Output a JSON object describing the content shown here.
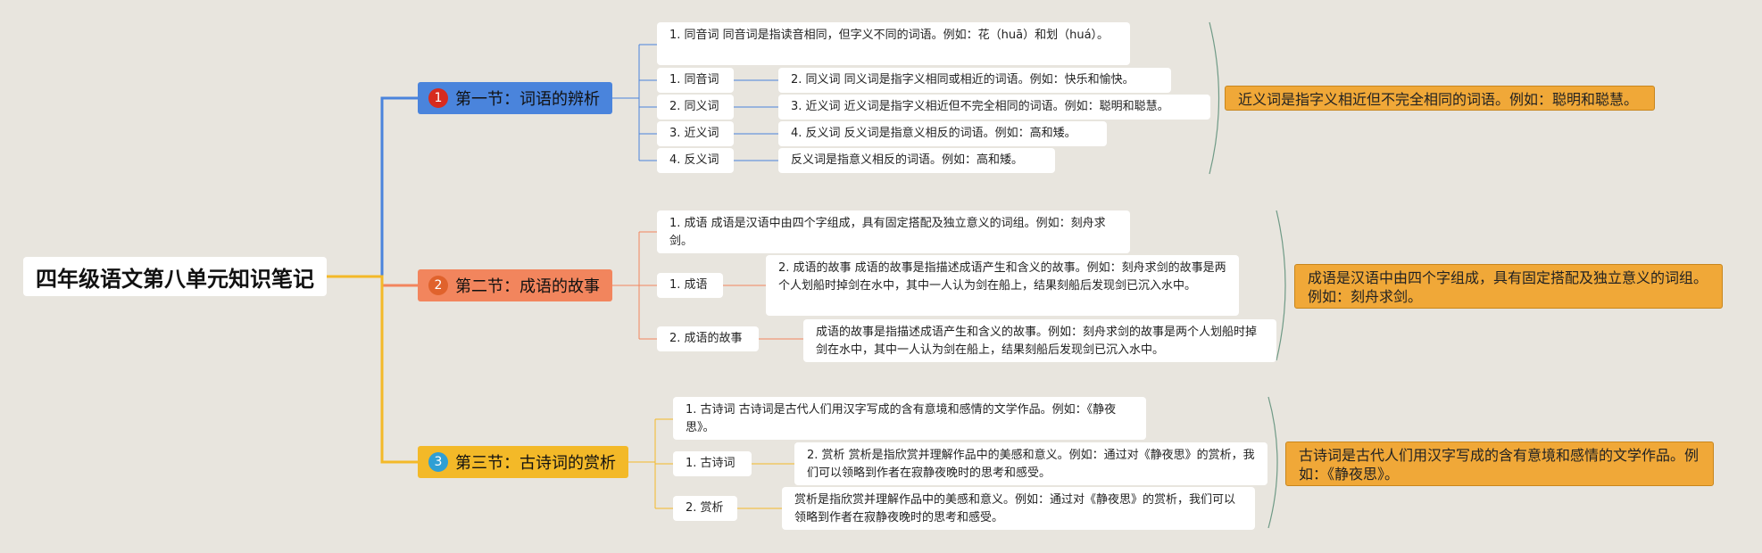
{
  "root": {
    "title": "四年级语文第八单元知识笔记"
  },
  "sections": [
    {
      "number": "1",
      "title": "第一节：词语的辨析",
      "color": "#4a84dc",
      "badge_color": "#d72b1e",
      "cards": [
        "1. 同音词 同音词是指读音相同，但字义不同的词语。例如：花（huā）和划（huá）。",
        "1. 同音词",
        "2. 同义词",
        "3. 近义词",
        "4. 反义词",
        "2. 同义词 同义词是指字义相同或相近的词语。例如：快乐和愉快。",
        "3. 近义词 近义词是指字义相近但不完全相同的词语。例如：聪明和聪慧。",
        "4. 反义词 反义词是指意义相反的词语。例如：高和矮。",
        "反义词是指意义相反的词语。例如：高和矮。"
      ],
      "summary": "近义词是指字义相近但不完全相同的词语。例如：聪明和聪慧。"
    },
    {
      "number": "2",
      "title": "第二节：成语的故事",
      "color": "#f2855d",
      "badge_color": "#e0622c",
      "cards": [
        "1. 成语 成语是汉语中由四个字组成，具有固定搭配及独立意义的词组。例如：刻舟求剑。",
        "1. 成语",
        "2. 成语的故事",
        "2. 成语的故事 成语的故事是指描述成语产生和含义的故事。例如：刻舟求剑的故事是两个人划船时掉剑在水中，其中一人认为剑在船上，结果刻船后发现剑已沉入水中。",
        "成语的故事是指描述成语产生和含义的故事。例如：刻舟求剑的故事是两个人划船时掉剑在水中，其中一人认为剑在船上，结果刻船后发现剑已沉入水中。"
      ],
      "summary": "成语是汉语中由四个字组成，具有固定搭配及独立意义的词组。例如：刻舟求剑。"
    },
    {
      "number": "3",
      "title": "第三节：古诗词的赏析",
      "color": "#f3b928",
      "badge_color": "#2f9fd4",
      "cards": [
        "1. 古诗词 古诗词是古代人们用汉字写成的含有意境和感情的文学作品。例如：《静夜思》。",
        "1. 古诗词",
        "2. 赏析",
        "2. 赏析 赏析是指欣赏并理解作品中的美感和意义。例如：通过对《静夜思》的赏析，我们可以领略到作者在寂静夜晚时的思考和感受。",
        "赏析是指欣赏并理解作品中的美感和意义。例如：通过对《静夜思》的赏析，我们可以领略到作者在寂静夜晚时的思考和感受。"
      ],
      "summary": "古诗词是古代人们用汉字写成的含有意境和感情的文学作品。例如：《静夜思》。"
    }
  ]
}
